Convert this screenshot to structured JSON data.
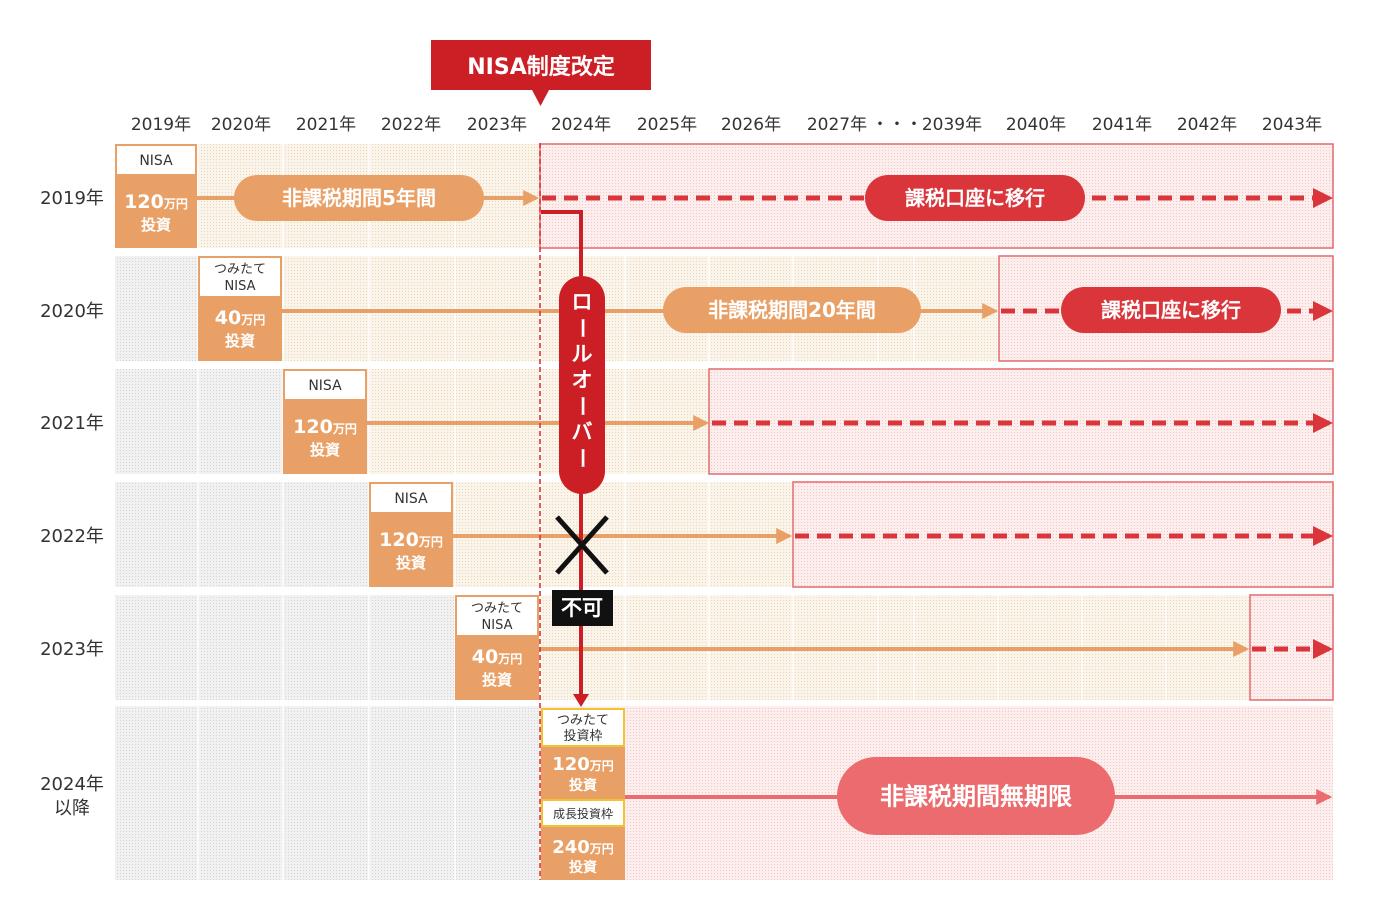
{
  "header": {
    "reform_label": "NISA制度改定",
    "columns": [
      "2019年",
      "2020年",
      "2021年",
      "2022年",
      "2023年",
      "2024年",
      "2025年",
      "2026年",
      "2027年",
      "・・・",
      "2039年",
      "2040年",
      "2041年",
      "2042年",
      "2043年"
    ]
  },
  "rows": [
    {
      "year": "2019年",
      "account_name": [
        "NISA"
      ],
      "amount": "120",
      "unit": "万円",
      "invest": "投資",
      "period_label": "非課税期間5年間",
      "taxable_label": "課税口座に移行"
    },
    {
      "year": "2020年",
      "account_name": [
        "つみたて",
        "NISA"
      ],
      "amount": "40",
      "unit": "万円",
      "invest": "投資",
      "period_label": "非課税期間20年間",
      "taxable_label": "課税口座に移行"
    },
    {
      "year": "2021年",
      "account_name": [
        "NISA"
      ],
      "amount": "120",
      "unit": "万円",
      "invest": "投資"
    },
    {
      "year": "2022年",
      "account_name": [
        "NISA"
      ],
      "amount": "120",
      "unit": "万円",
      "invest": "投資"
    },
    {
      "year": "2023年",
      "account_name": [
        "つみたて",
        "NISA"
      ],
      "amount": "40",
      "unit": "万円",
      "invest": "投資"
    }
  ],
  "new_nisa": {
    "year_lines": [
      "2024年",
      "以降"
    ],
    "tsumitate_label": [
      "つみたて",
      "投資枠"
    ],
    "tsumitate_amount": "120",
    "tsumitate_unit": "万円",
    "growth_label": "成長投資枠",
    "growth_amount": "240",
    "growth_unit": "万円",
    "invest": "投資",
    "period_label": "非課税期間無期限"
  },
  "rollover": {
    "label_chars": [
      "ロ",
      "ー",
      "ル",
      "オ",
      "ー",
      "バ",
      "ー"
    ],
    "not_allowed_label": "不可"
  },
  "colors": {
    "orange": "#e9a066",
    "orange_bg": "#faf1e3",
    "red": "#d9353b",
    "pink_bg": "#fbe4e4",
    "pink_border": "#e46a6d",
    "grey_bg": "#ececec",
    "salmon": "#ec6b6e"
  }
}
